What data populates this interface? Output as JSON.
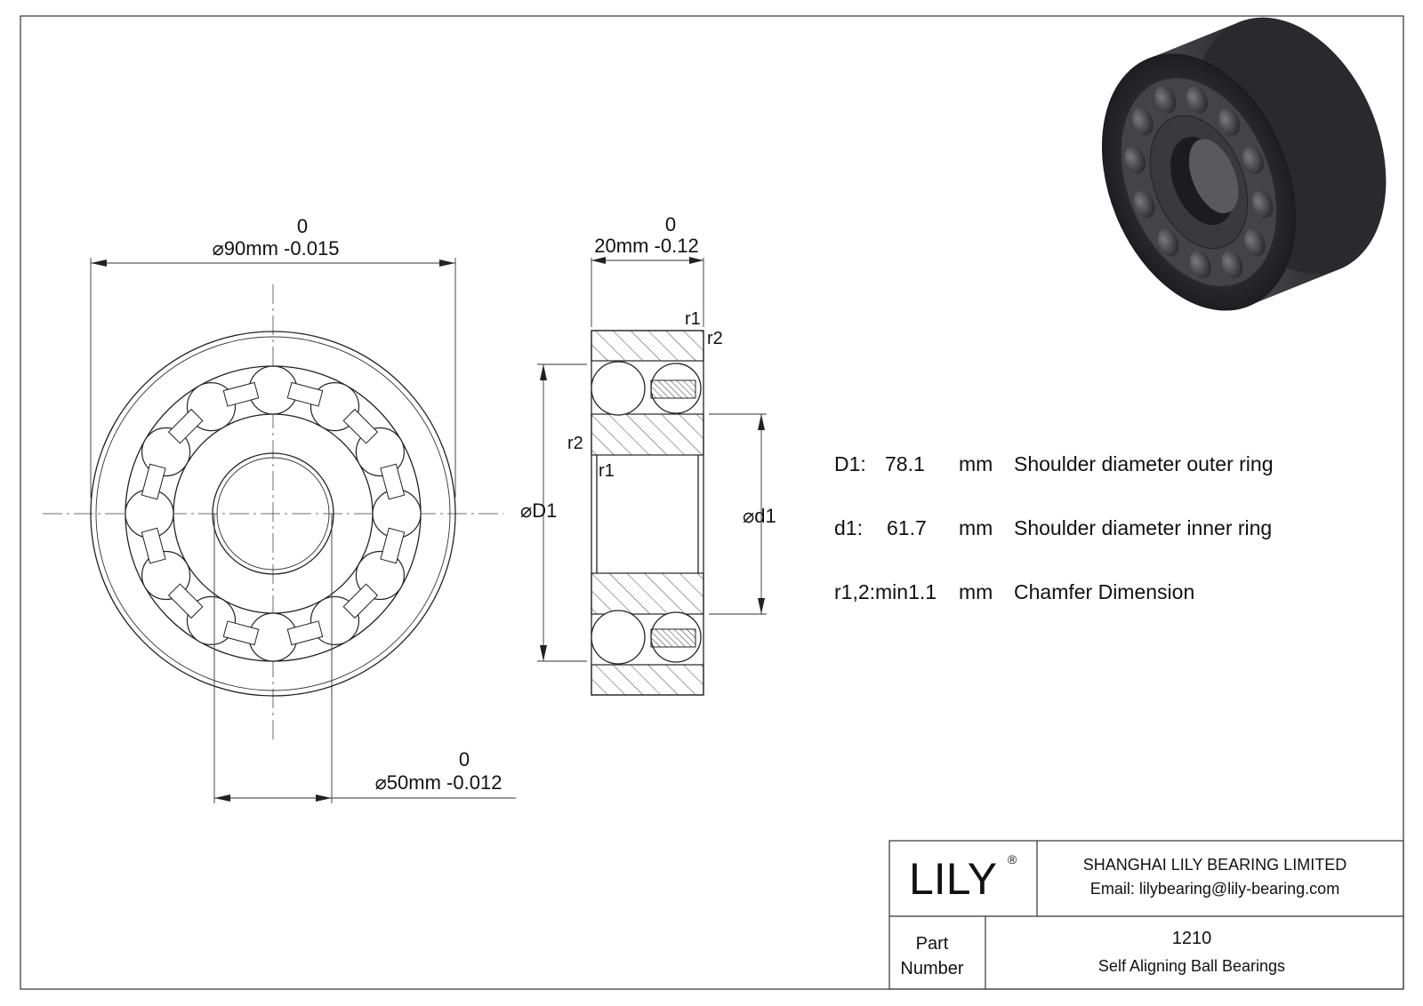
{
  "front_view": {
    "outer_dim": {
      "tol_upper": "0",
      "label": "⌀90mm -0.015"
    },
    "bore_dim": {
      "tol_upper": "0",
      "label": "⌀50mm -0.012"
    }
  },
  "side_view": {
    "width_dim": {
      "tol_upper": "0",
      "label": "20mm -0.12"
    },
    "D1_label": "⌀D1",
    "d1_label": "⌀d1",
    "r1": "r1",
    "r2": "r2"
  },
  "specs": [
    {
      "key": "D1:",
      "value": "78.1",
      "unit": "mm",
      "desc": "Shoulder diameter outer ring"
    },
    {
      "key": "d1:",
      "value": "61.7",
      "unit": "mm",
      "desc": "Shoulder diameter inner ring"
    },
    {
      "key": "r1,2:min1.1",
      "value": "",
      "unit": "mm",
      "desc": "Chamfer Dimension"
    }
  ],
  "title_block": {
    "logo": "LILY",
    "registered": "®",
    "company": "SHANGHAI LILY BEARING LIMITED",
    "email": "Email: lilybearing@lily-bearing.com",
    "part_label_1": "Part",
    "part_label_2": "Number",
    "part_number": "1210",
    "part_type": "Self Aligning Ball Bearings"
  },
  "colors": {
    "line": "#222222",
    "hatch": "#444444",
    "render_body": "#3a3a3c"
  }
}
